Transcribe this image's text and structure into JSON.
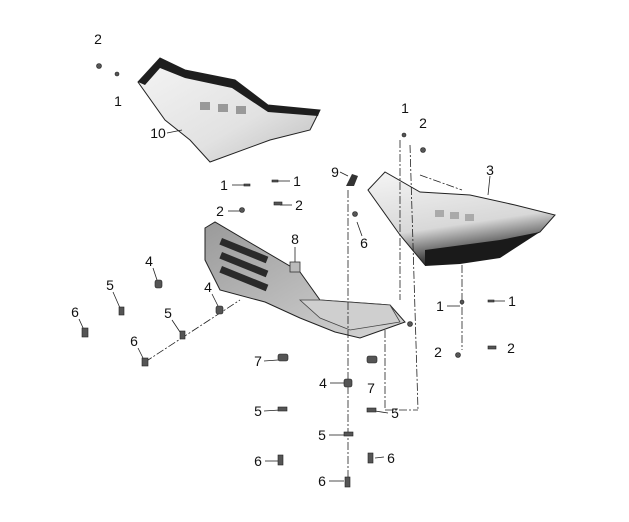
{
  "diagram": {
    "type": "exploded-parts-view",
    "callouts": [
      "2",
      "1",
      "10",
      "1",
      "1",
      "2",
      "2",
      "9",
      "6",
      "8",
      "1",
      "2",
      "3",
      "4",
      "5",
      "4",
      "5",
      "6",
      "6",
      "1",
      "1",
      "2",
      "2",
      "7",
      "4",
      "7",
      "5",
      "5",
      "5",
      "6",
      "6",
      "6"
    ]
  }
}
